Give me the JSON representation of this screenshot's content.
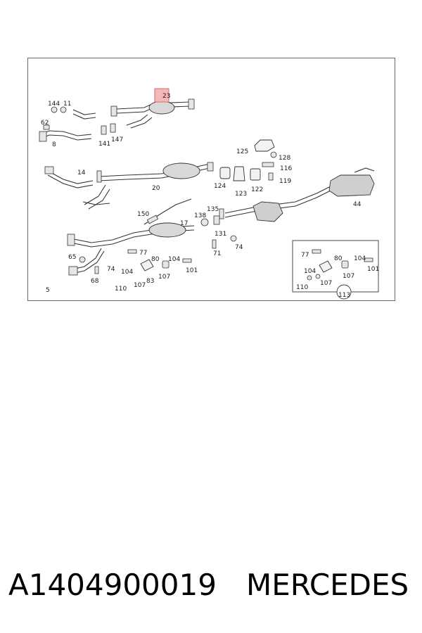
{
  "diagram": {
    "highlight_color": "#f4b8b8",
    "highlight_stroke": "#d46b6b",
    "frame_color": "#6b6b6b",
    "callouts": [
      {
        "id": "144",
        "label": "144"
      },
      {
        "id": "11",
        "label": "11"
      },
      {
        "id": "62",
        "label": "62"
      },
      {
        "id": "8",
        "label": "8"
      },
      {
        "id": "141",
        "label": "141"
      },
      {
        "id": "147",
        "label": "147"
      },
      {
        "id": "23",
        "label": "23",
        "highlighted": true
      },
      {
        "id": "125",
        "label": "125"
      },
      {
        "id": "128",
        "label": "128"
      },
      {
        "id": "116",
        "label": "116"
      },
      {
        "id": "14",
        "label": "14"
      },
      {
        "id": "20",
        "label": "20"
      },
      {
        "id": "124",
        "label": "124"
      },
      {
        "id": "123",
        "label": "123"
      },
      {
        "id": "122",
        "label": "122"
      },
      {
        "id": "119",
        "label": "119"
      },
      {
        "id": "44",
        "label": "44"
      },
      {
        "id": "150",
        "label": "150"
      },
      {
        "id": "135",
        "label": "135"
      },
      {
        "id": "138",
        "label": "138"
      },
      {
        "id": "17",
        "label": "17"
      },
      {
        "id": "131",
        "label": "131"
      },
      {
        "id": "74a",
        "label": "74"
      },
      {
        "id": "71",
        "label": "71"
      },
      {
        "id": "65",
        "label": "65"
      },
      {
        "id": "77",
        "label": "77"
      },
      {
        "id": "80",
        "label": "80"
      },
      {
        "id": "104",
        "label": "104"
      },
      {
        "id": "74b",
        "label": "74"
      },
      {
        "id": "104b",
        "label": "104"
      },
      {
        "id": "107",
        "label": "107"
      },
      {
        "id": "101",
        "label": "101"
      },
      {
        "id": "68",
        "label": "68"
      },
      {
        "id": "83",
        "label": "83"
      },
      {
        "id": "110",
        "label": "110"
      },
      {
        "id": "107b",
        "label": "107"
      },
      {
        "id": "5",
        "label": "5"
      },
      {
        "id": "i77",
        "label": "77"
      },
      {
        "id": "i80",
        "label": "80"
      },
      {
        "id": "i104",
        "label": "104"
      },
      {
        "id": "i101",
        "label": "101"
      },
      {
        "id": "i104b",
        "label": "104"
      },
      {
        "id": "i107",
        "label": "107"
      },
      {
        "id": "i110",
        "label": "110"
      },
      {
        "id": "i107b",
        "label": "107"
      },
      {
        "id": "i113",
        "label": "113"
      }
    ]
  },
  "caption": {
    "part_number": "A1404900019",
    "brand": "MERCEDES"
  }
}
